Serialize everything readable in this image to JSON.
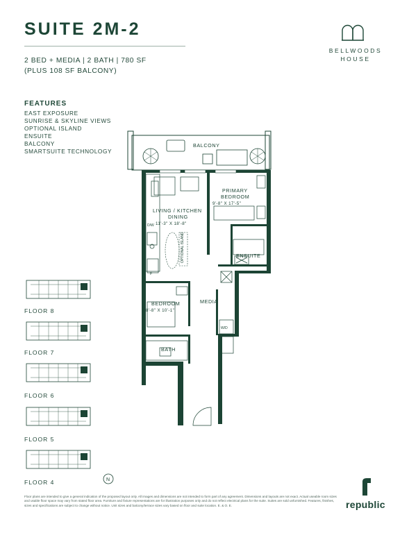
{
  "header": {
    "suite_title": "SUITE 2M-2",
    "spec_line1": "2 BED + MEDIA | 2 BATH | 780 SF",
    "spec_line2": "(PLUS 108 SF BALCONY)"
  },
  "features": {
    "heading": "FEATURES",
    "items": [
      "EAST EXPOSURE",
      "SUNRISE & SKYLINE VIEWS",
      "OPTIONAL ISLAND",
      "ENSUITE",
      "BALCONY",
      "SMARTSUITE TECHNOLOGY"
    ]
  },
  "brand": {
    "line1": "BELLWOODS",
    "line2": "HOUSE",
    "developer": "republic"
  },
  "plan": {
    "balcony": "BALCONY",
    "primary_bedroom": "PRIMARY",
    "primary_bedroom_2": "BEDROOM",
    "primary_dims": "9'-8\" X 17'-5\"",
    "living_1": "LIVING / KITCHEN",
    "living_2": "DINING",
    "living_dims": "11'-3\" X 18'-8\"",
    "optional_island": "OPTIONAL ISLAND",
    "dw": "D/W",
    "fridge": "F",
    "ensuite": "ENSUITE",
    "bedroom": "BEDROOM",
    "bedroom_dims": "8'-8\" X 10'-1\"",
    "media": "MEDIA",
    "wd": "W/D",
    "bath": "BATH"
  },
  "floors": [
    "FLOOR 8",
    "FLOOR 7",
    "FLOOR 6",
    "FLOOR 5",
    "FLOOR 4"
  ],
  "compass": "N",
  "disclaimer": "Floor plans are intended to give a general indication of the proposed layout only. All images and dimensions are not intended to form part of any agreement. Dimensions and layouts are not exact. Actual useable room sizes and usable floor space may vary from stated floor area. Furniture and fixture representations are for illustration purposes only and do not reflect electrical plans for the suite. Suites are sold unfurnished. Features, finishes, sizes and specifications are subject to change without notice. Unit sizes and balcony/terrace sizes vary based on floor and suite location. E. & O. E.",
  "colors": {
    "brand_green": "#1d4636",
    "wall": "#1c4434"
  }
}
